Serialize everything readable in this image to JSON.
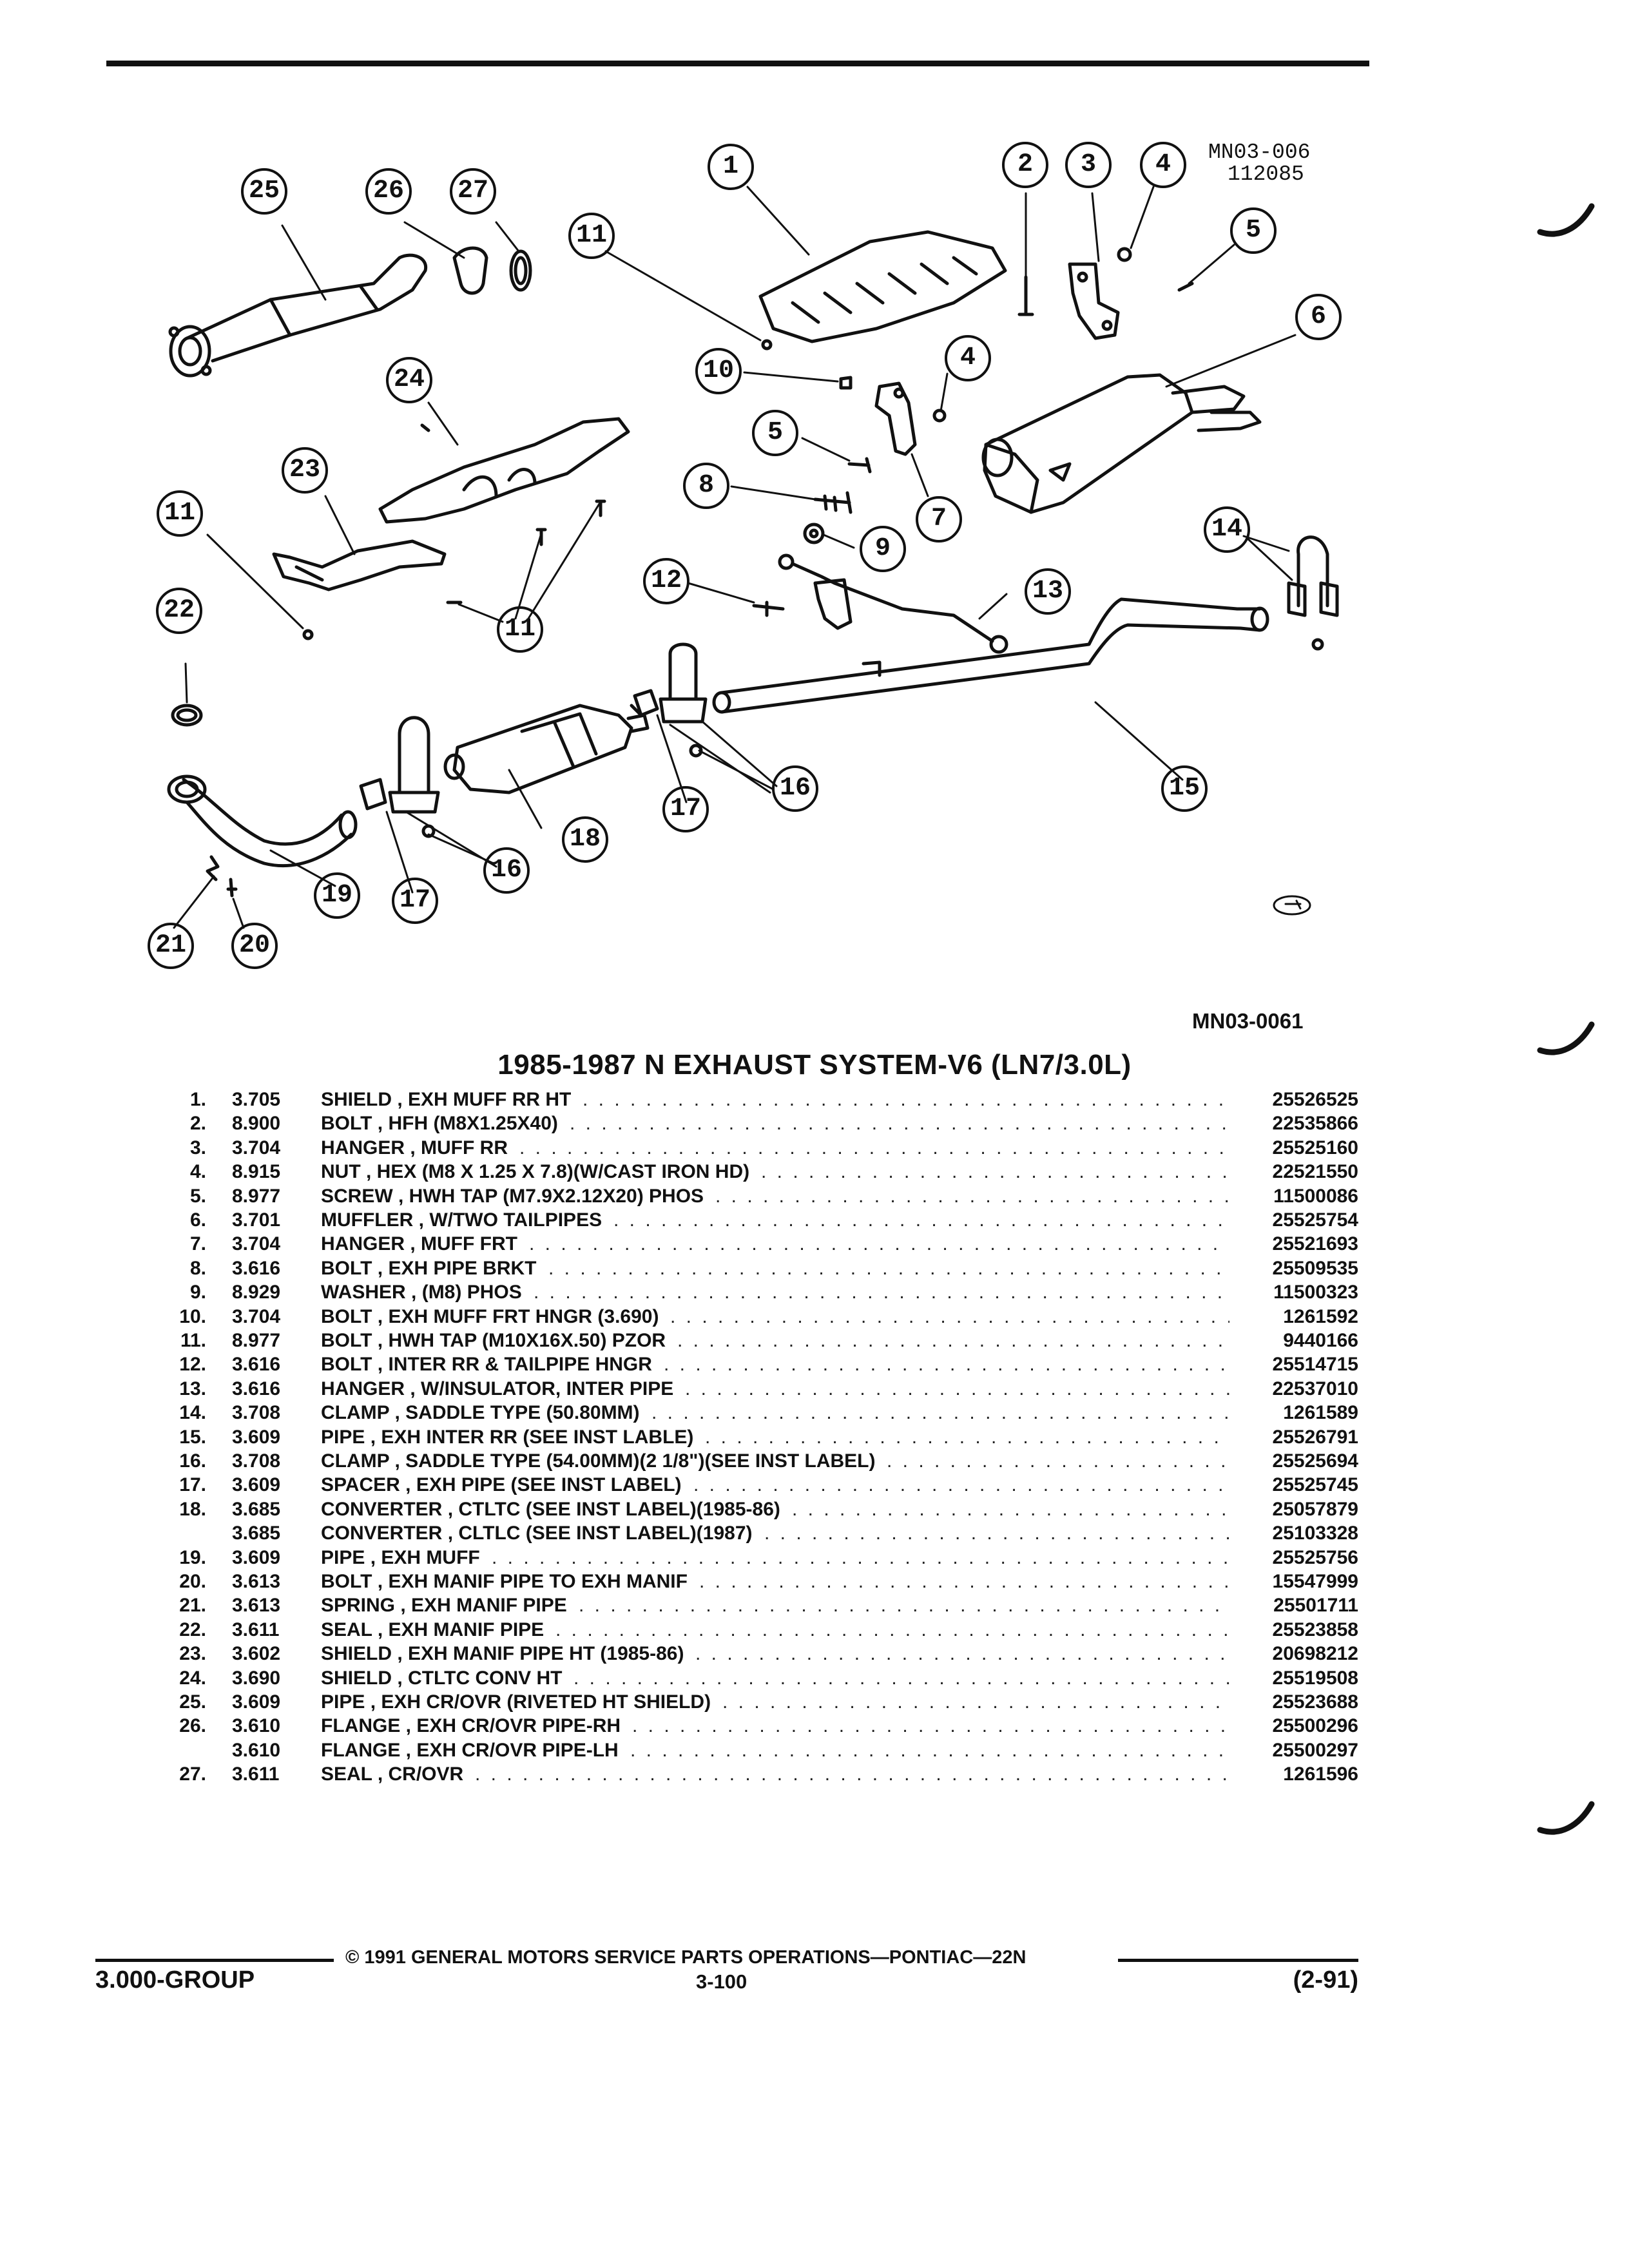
{
  "diagram": {
    "figure_code_top": "MN03-006",
    "figure_date_top": "112085",
    "figure_code_bottom": "MN03-0061",
    "callouts": [
      "1",
      "2",
      "3",
      "4",
      "5",
      "6",
      "4",
      "5",
      "7",
      "8",
      "9",
      "10",
      "11",
      "11",
      "11",
      "12",
      "13",
      "14",
      "15",
      "16",
      "16",
      "17",
      "17",
      "18",
      "19",
      "20",
      "21",
      "22",
      "23",
      "24",
      "25",
      "26",
      "27"
    ]
  },
  "title": "1985-1987 N EXHAUST SYSTEM-V6 (LN7/3.0L)",
  "parts": [
    {
      "no": "1.",
      "code": "3.705",
      "name": "SHIELD",
      "desc": ", EXH MUFF RR HT",
      "part": "25526525"
    },
    {
      "no": "2.",
      "code": "8.900",
      "name": "BOLT",
      "desc": ", HFH (M8X1.25X40)",
      "part": "22535866"
    },
    {
      "no": "3.",
      "code": "3.704",
      "name": "HANGER",
      "desc": ", MUFF RR",
      "part": "25525160"
    },
    {
      "no": "4.",
      "code": "8.915",
      "name": "NUT",
      "desc": ", HEX (M8 X 1.25 X 7.8)(W/CAST IRON HD)",
      "part": "22521550"
    },
    {
      "no": "5.",
      "code": "8.977",
      "name": "SCREW",
      "desc": ", HWH TAP (M7.9X2.12X20) PHOS",
      "part": "11500086"
    },
    {
      "no": "6.",
      "code": "3.701",
      "name": "MUFFLER",
      "desc": ", W/TWO TAILPIPES",
      "part": "25525754"
    },
    {
      "no": "7.",
      "code": "3.704",
      "name": "HANGER",
      "desc": ", MUFF FRT",
      "part": "25521693"
    },
    {
      "no": "8.",
      "code": "3.616",
      "name": "BOLT",
      "desc": ", EXH PIPE BRKT",
      "part": "25509535"
    },
    {
      "no": "9.",
      "code": "8.929",
      "name": "WASHER",
      "desc": ", (M8) PHOS",
      "part": "11500323"
    },
    {
      "no": "10.",
      "code": "3.704",
      "name": "BOLT",
      "desc": ", EXH MUFF FRT HNGR (3.690)",
      "part": "1261592"
    },
    {
      "no": "11.",
      "code": "8.977",
      "name": "BOLT",
      "desc": ", HWH TAP (M10X16X.50) PZOR",
      "part": "9440166"
    },
    {
      "no": "12.",
      "code": "3.616",
      "name": "BOLT",
      "desc": ", INTER RR & TAILPIPE HNGR",
      "part": "25514715"
    },
    {
      "no": "13.",
      "code": "3.616",
      "name": "HANGER",
      "desc": ", W/INSULATOR, INTER PIPE",
      "part": "22537010"
    },
    {
      "no": "14.",
      "code": "3.708",
      "name": "CLAMP",
      "desc": ", SADDLE TYPE (50.80MM)",
      "part": "1261589"
    },
    {
      "no": "15.",
      "code": "3.609",
      "name": "PIPE",
      "desc": ", EXH INTER RR (SEE INST LABLE)",
      "part": "25526791"
    },
    {
      "no": "16.",
      "code": "3.708",
      "name": "CLAMP",
      "desc": ", SADDLE TYPE (54.00MM)(2 1/8\")(SEE INST LABEL)",
      "part": "25525694"
    },
    {
      "no": "17.",
      "code": "3.609",
      "name": "SPACER",
      "desc": ", EXH PIPE (SEE INST LABEL)",
      "part": "25525745"
    },
    {
      "no": "18.",
      "code": "3.685",
      "name": "CONVERTER",
      "desc": ", CTLTC (SEE INST LABEL)(1985-86)",
      "part": "25057879"
    },
    {
      "no": "",
      "code": "3.685",
      "name": "CONVERTER",
      "desc": ", CLTLC (SEE INST LABEL)(1987)",
      "part": "25103328"
    },
    {
      "no": "19.",
      "code": "3.609",
      "name": "PIPE",
      "desc": ", EXH MUFF",
      "part": "25525756"
    },
    {
      "no": "20.",
      "code": "3.613",
      "name": "BOLT",
      "desc": ", EXH MANIF PIPE TO EXH MANIF",
      "part": "15547999"
    },
    {
      "no": "21.",
      "code": "3.613",
      "name": "SPRING",
      "desc": ", EXH MANIF PIPE",
      "part": "25501711"
    },
    {
      "no": "22.",
      "code": "3.611",
      "name": "SEAL",
      "desc": ", EXH MANIF PIPE",
      "part": "25523858"
    },
    {
      "no": "23.",
      "code": "3.602",
      "name": "SHIELD",
      "desc": ", EXH MANIF PIPE HT (1985-86)",
      "part": "20698212"
    },
    {
      "no": "24.",
      "code": "3.690",
      "name": "SHIELD",
      "desc": ", CTLTC CONV HT",
      "part": "25519508"
    },
    {
      "no": "25.",
      "code": "3.609",
      "name": "PIPE",
      "desc": ", EXH CR/OVR (RIVETED HT SHIELD)",
      "part": "25523688"
    },
    {
      "no": "26.",
      "code": "3.610",
      "name": "FLANGE",
      "desc": ", EXH CR/OVR PIPE-RH",
      "part": "25500296"
    },
    {
      "no": "",
      "code": "3.610",
      "name": "FLANGE",
      "desc": ", EXH CR/OVR PIPE-LH",
      "part": "25500297"
    },
    {
      "no": "27.",
      "code": "3.611",
      "name": "SEAL",
      "desc": ", CR/OVR",
      "part": "1261596"
    }
  ],
  "footer": {
    "copyright": "© 1991 GENERAL MOTORS SERVICE PARTS OPERATIONS—PONTIAC—22N",
    "group": "3.000-GROUP",
    "page": "3-100",
    "date": "(2-91)"
  }
}
